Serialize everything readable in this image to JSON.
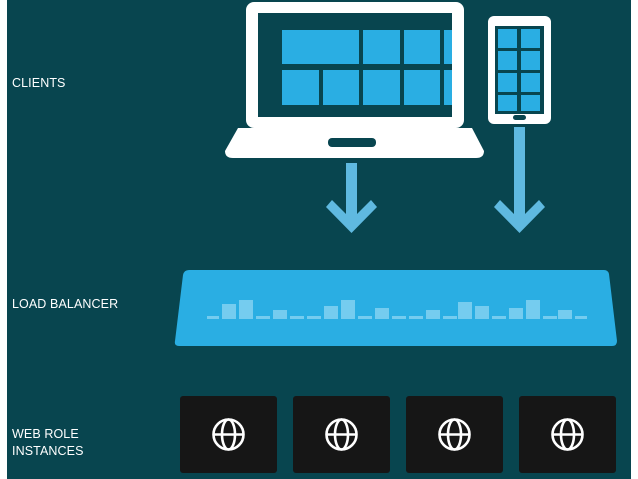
{
  "labels": {
    "clients": "CLIENTS",
    "load_balancer": "LOAD BALANCER",
    "web_role_line1": "WEB ROLE",
    "web_role_line2": "INSTANCES"
  },
  "colors": {
    "background": "#08454f",
    "accent": "#2aaee3",
    "arrow": "#5fb9e0",
    "device": "#ffffff",
    "instance_box": "#161616"
  },
  "components": {
    "client_devices": [
      "laptop",
      "phone"
    ],
    "web_role_instance_count": 4,
    "instance_icon": "globe-icon"
  }
}
